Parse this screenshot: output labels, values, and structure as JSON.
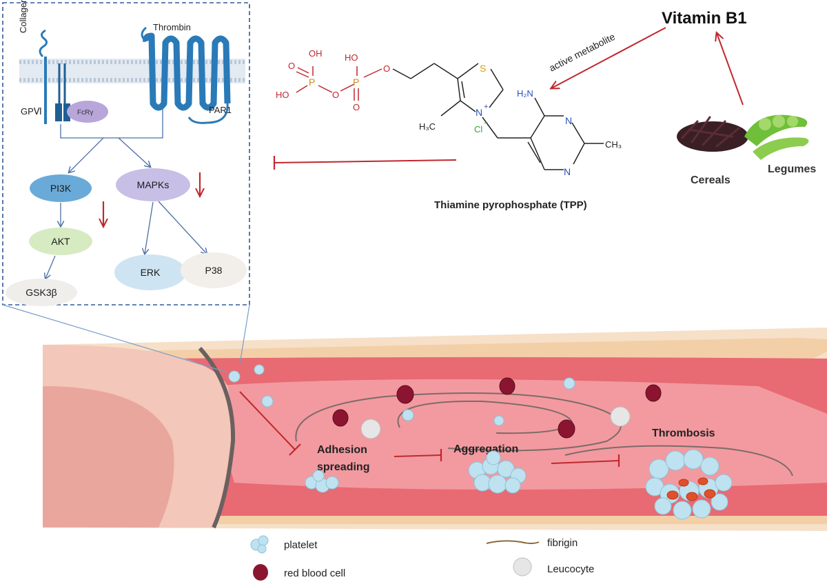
{
  "colors": {
    "membrane": "#c9d6e3",
    "receptor": "#2a7ab8",
    "inhibit": "#c0272d",
    "pathway_arrow": "#4a6fa5",
    "vessel_outer": "#f6e0c8",
    "vessel_lumen": "#e86a72",
    "blood": "#f29aa0",
    "rbc": "#8b1530",
    "platelet": "#bfe2f0",
    "leucocyte": "#e6e6e6",
    "pi3k": "#6aaad8",
    "mapks": "#c7bfe6",
    "akt": "#d6ebc1",
    "gsk": "#f0eeea",
    "erk": "#cfe4f2",
    "p38": "#f2efea"
  },
  "inset": {
    "collagen": "Collagen",
    "thrombin": "Thrombin",
    "gpvi": "GPⅥ",
    "fcry": "FcRγ",
    "par1": "PAR1",
    "pi3k": "PI3K",
    "mapks": "MAPKs",
    "akt": "AKT",
    "gsk3b": "GSK3β",
    "erk": "ERK",
    "p38": "P38"
  },
  "molecule": {
    "title": "Thiamine pyrophosphate (TPP)",
    "oh1": "OH",
    "oh2": "OH",
    "ho1": "HO",
    "ho2": "HO",
    "p1": "P",
    "p2": "P",
    "o1": "O",
    "o2": "O",
    "o3": "O",
    "o4": "O",
    "o5": "O",
    "s": "S",
    "n_plus": "N",
    "plus": "+",
    "cl": "Cl",
    "minus": "−",
    "h2n": "H₂N",
    "n1": "N",
    "n2": "N",
    "h3c": "H₃C",
    "ch3": "CH₃"
  },
  "source": {
    "vitamin": "Vitamin B1",
    "active_metabolite": "active metabolite",
    "cereals": "Cereals",
    "legumes": "Legumes"
  },
  "vessel": {
    "adhesion_line1": "Adhesion",
    "adhesion_line2": "spreading",
    "aggregation": "Aggregation",
    "thrombosis": "Thrombosis"
  },
  "legend": {
    "platelet": "platelet",
    "rbc": "red blood cell",
    "fibrigin": "fibrigin",
    "leucocyte": "Leucocyte"
  }
}
